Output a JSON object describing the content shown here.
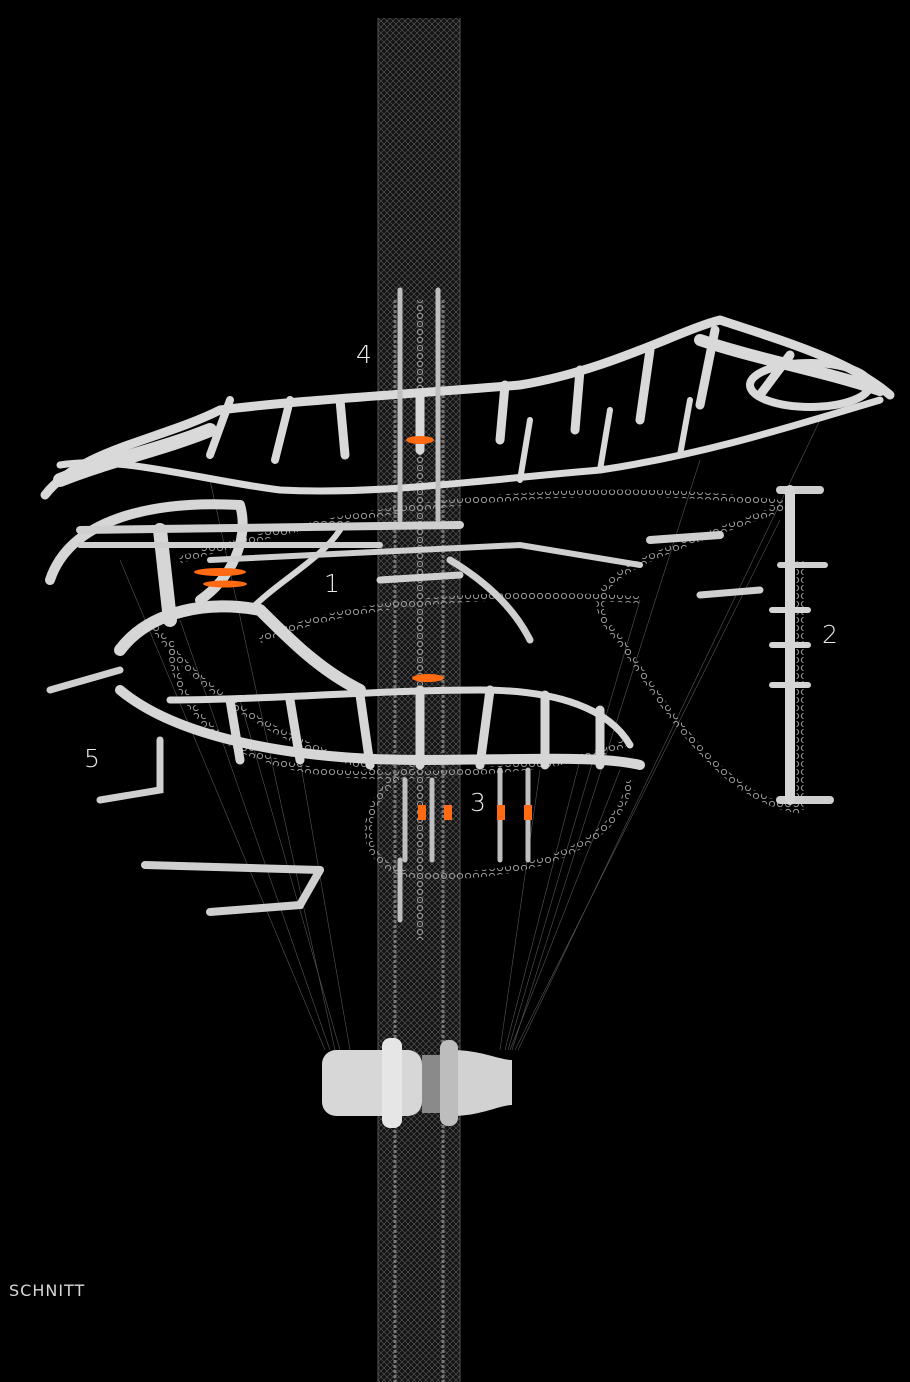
{
  "scene": {
    "background_color": "#000000",
    "structure_color": "#dcdcdc",
    "mesh_color": "#8a8a8a",
    "accent_color": "#ff6a13"
  },
  "labels": {
    "one": "1",
    "two": "2",
    "three": "3",
    "four": "4",
    "five": "5"
  },
  "caption": "SCHNITT"
}
